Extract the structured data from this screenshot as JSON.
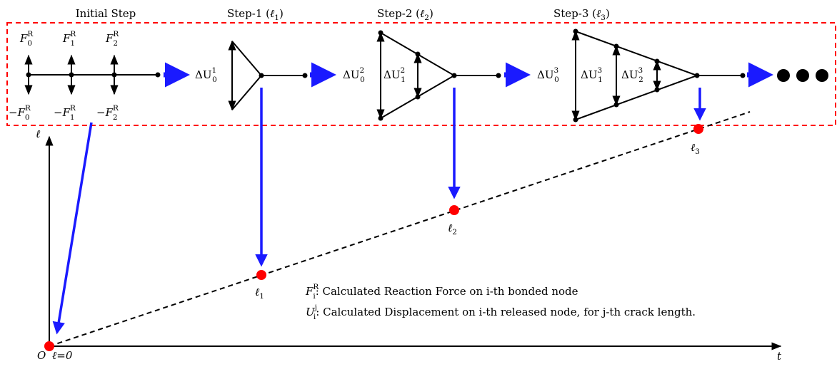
{
  "steps": {
    "initial": "Initial Step",
    "step1": {
      "text": "Step-1 (",
      "var": "ℓ",
      "sub": "1",
      "close": ")"
    },
    "step2": {
      "text": "Step-2 (",
      "var": "ℓ",
      "sub": "2",
      "close": ")"
    },
    "step3": {
      "text": "Step-3 (",
      "var": "ℓ",
      "sub": "3",
      "close": ")"
    }
  },
  "forces": {
    "F": "F",
    "neg_F": "−F",
    "sup_R": "R",
    "subs": [
      "0",
      "1",
      "2"
    ]
  },
  "displacements": {
    "delta_U": "ΔU",
    "step1": [
      {
        "sub": "0",
        "sup": "1"
      }
    ],
    "step2": [
      {
        "sub": "0",
        "sup": "2"
      },
      {
        "sub": "1",
        "sup": "2"
      }
    ],
    "step3": [
      {
        "sub": "0",
        "sup": "3"
      },
      {
        "sub": "1",
        "sup": "3"
      },
      {
        "sub": "2",
        "sup": "3"
      }
    ]
  },
  "axes": {
    "y_label": "ℓ",
    "x_label": "t",
    "origin_label": "O",
    "origin_value": "ℓ=0"
  },
  "points": [
    {
      "var": "ℓ",
      "sub": "1"
    },
    {
      "var": "ℓ",
      "sub": "2"
    },
    {
      "var": "ℓ",
      "sub": "3"
    }
  ],
  "legend": {
    "F_line": {
      "sym": "F",
      "sub": "i",
      "sup": "R",
      "text": ": Calculated Reaction Force on i-th bonded node"
    },
    "U_line": {
      "sym": "U",
      "sub": "i",
      "sup": "j",
      "text": ": Calculated Displacement on i-th released node, for j-th crack length."
    }
  },
  "colors": {
    "arrow": "#1a1aff",
    "point": "#ff0000",
    "frame": "#ff0000",
    "line": "#000000"
  }
}
